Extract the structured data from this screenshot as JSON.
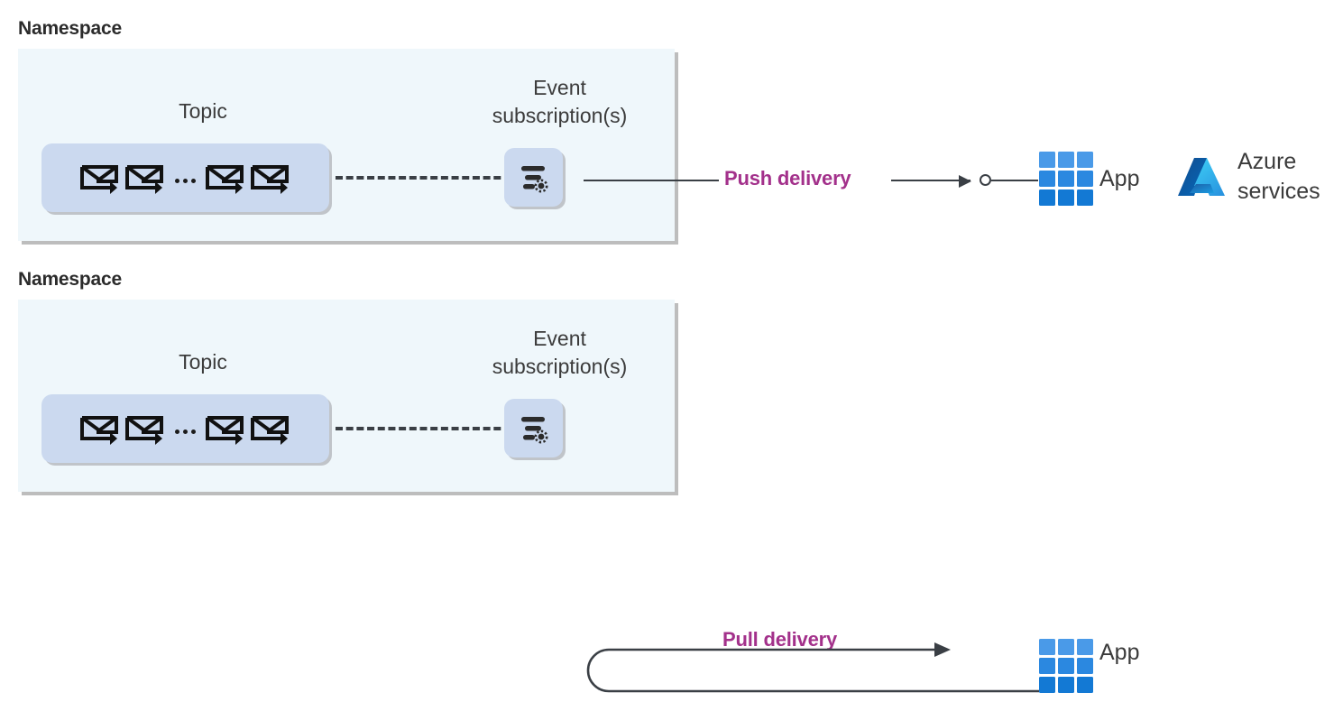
{
  "colors": {
    "namespace_bg": "#eff7fb",
    "box_fill": "#cbd9ef",
    "delivery_accent": "#a3318b",
    "line": "#3a3f45",
    "app_blue_light": "#4a9ae8",
    "app_blue_mid": "#2b88e0",
    "app_blue_dark": "#1379d4",
    "azure_blue_dark": "#0f5fa8",
    "azure_blue_light": "#42b7f0"
  },
  "sections": [
    {
      "id": "push",
      "namespace_title": "Namespace",
      "topic_label": "Topic",
      "subscription_label": "Event\nsubscription(s)",
      "topic_icon": "envelope-arrow-icon",
      "ellipsis": "…",
      "subscription_icon": "filter-settings-icon",
      "connector_icon": "dashed-line",
      "delivery_label": "Push delivery",
      "delivery_arrow_icon": "arrow-right-icon",
      "endpoint_icon": "circle-endpoint-icon",
      "app_icon": "app-grid-icon",
      "app_label": "App",
      "azure_icon": "azure-logo-icon",
      "azure_label": "Azure\nservices"
    },
    {
      "id": "pull",
      "namespace_title": "Namespace",
      "topic_label": "Topic",
      "subscription_label": "Event\nsubscription(s)",
      "topic_icon": "envelope-arrow-icon",
      "ellipsis": "…",
      "subscription_icon": "filter-settings-icon",
      "connector_icon": "dashed-line",
      "delivery_label": "Pull delivery",
      "delivery_arrow_icon": "loop-arrow-right-icon",
      "app_icon": "app-grid-icon",
      "app_label": "App"
    }
  ]
}
